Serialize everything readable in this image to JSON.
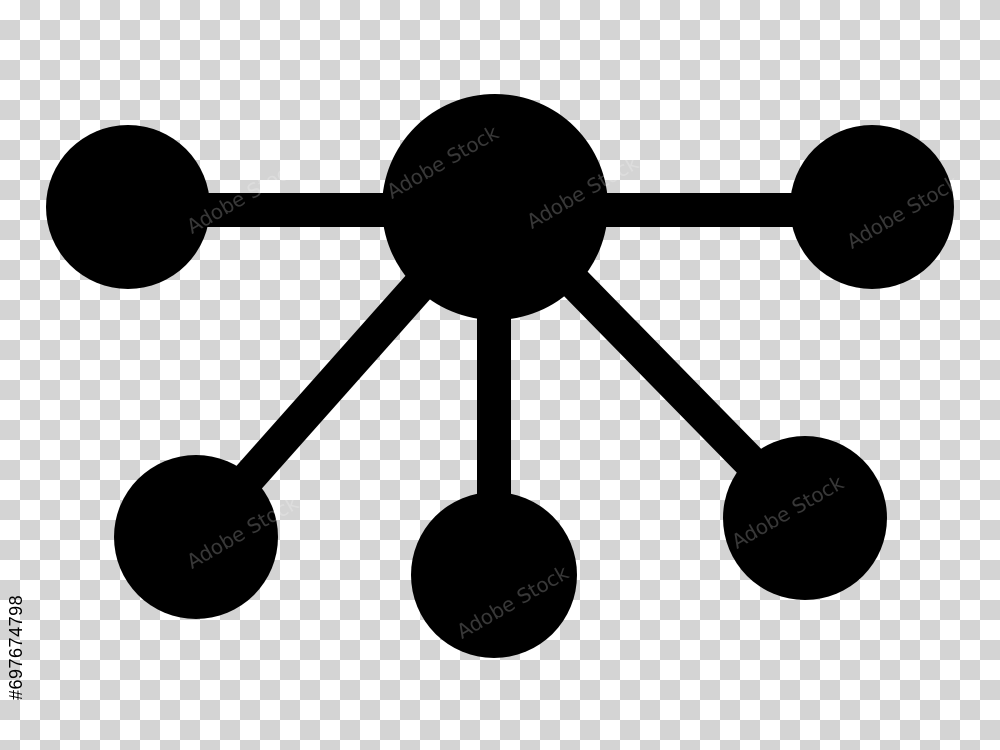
{
  "image": {
    "background": "transparency-checkerboard",
    "colors": {
      "icon_fill": "#000000",
      "checker_light": "#ffffff",
      "checker_dark": "#d4d4d4"
    }
  },
  "icon": {
    "name": "network-hub-icon",
    "description_name": "hub-and-spoke"
  },
  "watermark": {
    "text": "Adobe Stock"
  },
  "side_text": {
    "stock_number": "#697674798"
  }
}
